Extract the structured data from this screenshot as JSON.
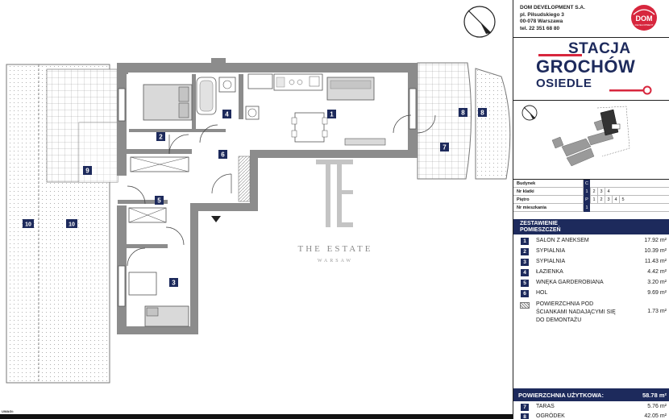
{
  "developer": {
    "name": "DOM DEVELOPMENT S.A.",
    "street": "pl. Piłsudskiego 3",
    "city": "00-078 Warszawa",
    "phone": "tel. 22 351 68 80",
    "logo_text": "DOM",
    "logo_sub": "DEVELOPMENT"
  },
  "brand": {
    "line1": "STACJA",
    "line2": "GROCHÓW",
    "line3": "OSIEDLE",
    "color": "#1d2a5c",
    "accent": "#d7263d"
  },
  "watermark": {
    "line1": "THE ESTATE",
    "line2": "WARSAW"
  },
  "plan_labels": {
    "room1": "1",
    "room2": "2",
    "room3": "3",
    "room4": "4",
    "room5": "5",
    "room6": "6",
    "terrace7": "7",
    "garden8a": "8",
    "garden8b": "8",
    "terrace9": "9",
    "garden10a": "10",
    "garden10b": "10"
  },
  "building_info": {
    "budynek": {
      "label": "Budynek",
      "values": [
        "C"
      ],
      "active": 0
    },
    "klatka": {
      "label": "Nr klatki",
      "values": [
        "1",
        "2",
        "3",
        "4"
      ],
      "active": 0
    },
    "pietro": {
      "label": "Piętro",
      "values": [
        "P",
        "1",
        "2",
        "3",
        "4",
        "5"
      ],
      "active": 0
    },
    "mieszkanie": {
      "label": "Nr mieszkania",
      "values": [
        "1"
      ],
      "active": 0
    }
  },
  "rooms_summary": {
    "header_line1": "ZESTAWIENIE",
    "header_line2": "POMIESZCZEŃ",
    "rooms": [
      {
        "num": "1",
        "name": "SALON Z ANEKSEM",
        "area": "17.92 m²"
      },
      {
        "num": "2",
        "name": "SYPIALNIA",
        "area": "10.39 m²"
      },
      {
        "num": "3",
        "name": "SYPIALNIA",
        "area": "11.43 m²"
      },
      {
        "num": "4",
        "name": "ŁAZIENKA",
        "area": "4.42 m²"
      },
      {
        "num": "5",
        "name": "WNĘKA GARDEROBIANA",
        "area": "3.20 m²"
      },
      {
        "num": "6",
        "name": "HOL",
        "area": "9.69 m²"
      }
    ],
    "note_line1": "POWIERZCHNIA POD",
    "note_line2": "ŚCIANKAMI NADAJĄCYMI SIĘ",
    "note_line3": "DO DEMONTAŻU",
    "note_area": "1.73 m²"
  },
  "totals": {
    "usable_label": "POWIERZCHNIA UŻYTKOWA:",
    "usable_value": "58.78 m²",
    "extras": [
      {
        "num": "7",
        "name": "TARAS",
        "area": "5.76 m²"
      },
      {
        "num": "8",
        "name": "OGRÓDEK",
        "area": "42.05 m²"
      }
    ]
  },
  "remarks_label": "UWAGI:"
}
